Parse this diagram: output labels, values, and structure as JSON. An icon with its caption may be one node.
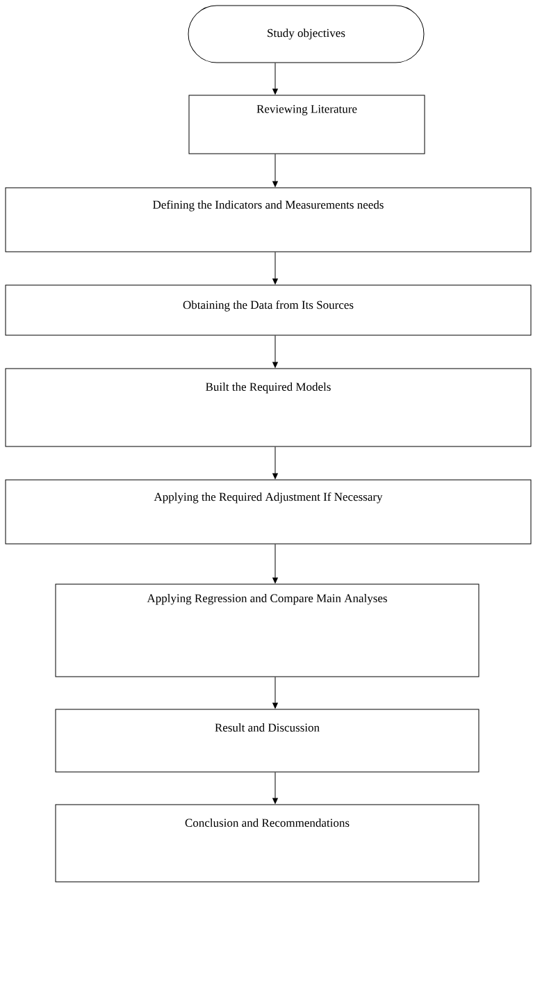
{
  "diagram": {
    "nodes": [
      {
        "text": [
          "Study objectives"
        ]
      },
      {
        "text": [
          "Reviewing Literature"
        ]
      },
      {
        "text": [
          "Defining the Indicators and Measurements needs"
        ]
      },
      {
        "text": [
          "Obtaining the Data from Its Sources"
        ]
      },
      {
        "text": [
          "Built the Required Models"
        ]
      },
      {
        "text": [
          "Applying the Required Adjustment If Necessary"
        ]
      },
      {
        "text": [
          "Applying Regression and Compare Main Analyses"
        ]
      },
      {
        "text": [
          "Result and Discussion"
        ]
      },
      {
        "text": [
          "Conclusion and Recommendations"
        ]
      }
    ],
    "edges": [
      {
        "from": 0,
        "to": 1,
        "arrow": "to"
      },
      {
        "from": 1,
        "to": 2,
        "arrow": "to"
      },
      {
        "from": 2,
        "to": 3,
        "arrow": "to"
      },
      {
        "from": 3,
        "to": 4,
        "arrow": "to"
      },
      {
        "from": 4,
        "to": 5,
        "arrow": "to"
      },
      {
        "from": 5,
        "to": 6,
        "arrow": "to"
      },
      {
        "from": 6,
        "to": 7,
        "arrow": "to"
      },
      {
        "from": 7,
        "to": 8,
        "arrow": "to"
      }
    ]
  }
}
